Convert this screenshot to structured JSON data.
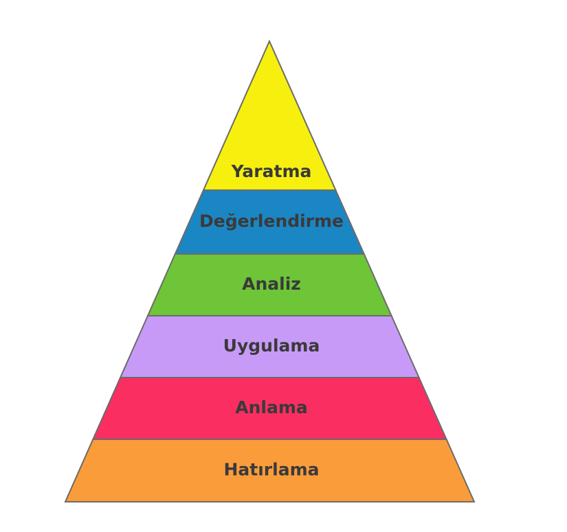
{
  "pyramid": {
    "levels": [
      {
        "label": "Yaratma",
        "color": "#f7f00f"
      },
      {
        "label": "Değerlendirme",
        "color": "#1b86c4"
      },
      {
        "label": "Analiz",
        "color": "#6ec538"
      },
      {
        "label": "Uygulama",
        "color": "#c89af7"
      },
      {
        "label": "Anlama",
        "color": "#fb2e62"
      },
      {
        "label": "Hatırlama",
        "color": "#fb9c3b"
      }
    ],
    "outline_color": "#6b6b6b"
  }
}
